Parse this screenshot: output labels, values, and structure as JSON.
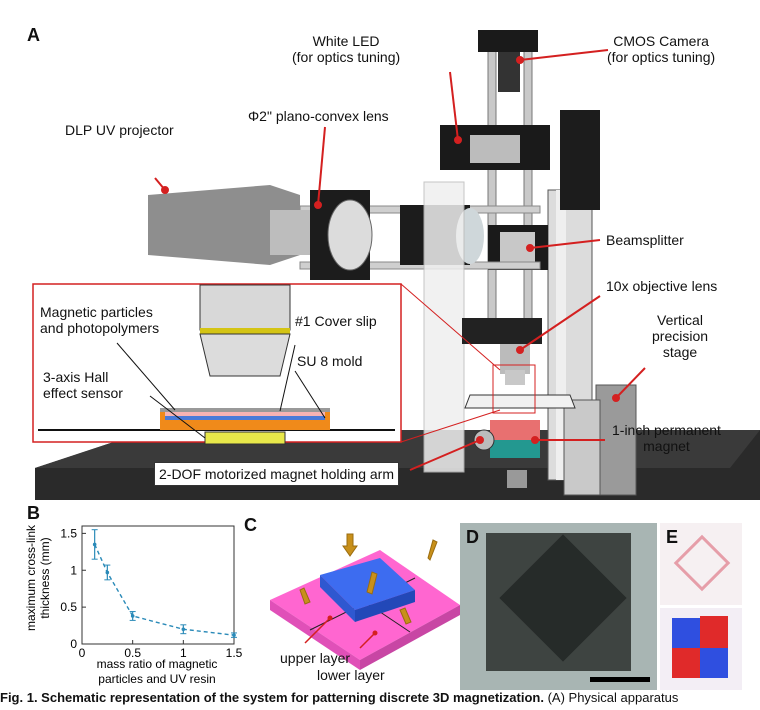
{
  "panels": {
    "A": "A",
    "B": "B",
    "C": "C",
    "D": "D",
    "E": "E"
  },
  "panel_a_labels": {
    "white_led": "White LED",
    "white_led_sub": "(for optics tuning)",
    "cmos_camera": "CMOS Camera",
    "cmos_camera_sub": "(for optics tuning)",
    "dlp_projector": "DLP UV projector",
    "plano_convex": "Φ2\" plano-convex lens",
    "beamsplitter": "Beamsplitter",
    "objective": "10x objective lens",
    "vertical_stage_1": "Vertical",
    "vertical_stage_2": "precision",
    "vertical_stage_3": "stage",
    "permanent_magnet_1": "1-inch permanent",
    "permanent_magnet_2": "magnet",
    "holding_arm": "2-DOF motorized magnet holding arm",
    "magnetic_particles_1": "Magnetic particles",
    "magnetic_particles_2": "and photopolymers",
    "cover_slip": "#1 Cover slip",
    "su8_mold": "SU 8 mold",
    "hall_sensor_1": "3-axis Hall",
    "hall_sensor_2": "effect sensor"
  },
  "panel_c_labels": {
    "upper_layer": "upper layer",
    "lower_layer": "lower layer"
  },
  "chart_data": {
    "type": "line",
    "x": [
      0.125,
      0.25,
      0.5,
      1.0,
      1.5
    ],
    "series": [
      {
        "values": [
          1.35,
          0.97,
          0.38,
          0.2,
          0.12
        ],
        "errors": [
          0.2,
          0.1,
          0.06,
          0.06,
          0.03
        ]
      }
    ],
    "xlabel_1": "mass ratio of magnetic",
    "xlabel_2": "particles and UV resin",
    "ylabel_1": "maximum cross-link",
    "ylabel_2": "thickness (mm)",
    "xlim": [
      0,
      1.5
    ],
    "ylim": [
      0,
      1.6
    ],
    "xticks": [
      "0",
      "0.5",
      "1",
      "1.5"
    ],
    "yticks": [
      "0",
      "0.5",
      "1",
      "1.5"
    ],
    "line_color": "#2a8ab8",
    "line_style": "dashed",
    "grid": false
  },
  "caption": {
    "bold": "Fig. 1. Schematic representation of the system for patterning discrete 3D magnetization.",
    "normal": " (A) Physical apparatus"
  },
  "colors": {
    "pointer_red": "#d42020",
    "magenta": "#ff66d0",
    "blue_block": "#3d6cf0",
    "arrow_gold": "#c8901a"
  }
}
